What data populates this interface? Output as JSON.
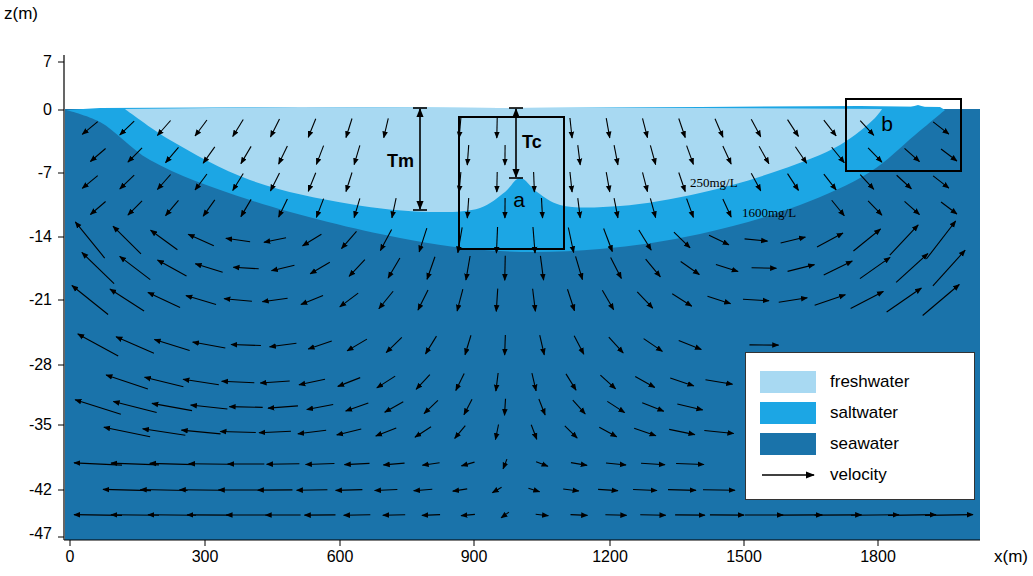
{
  "diagram": {
    "nodes": [
      {
        "text": [
          "a"
        ]
      },
      {
        "text": [
          "b"
        ]
      }
    ],
    "labels": [
      "z(m)",
      "7",
      "0",
      "-7",
      "-14",
      "-21",
      "-28",
      "-35",
      "-42",
      "-47",
      "0",
      "300",
      "600",
      "900",
      "1200",
      "1500",
      "1800",
      "x(m)",
      "Tm",
      "Tc",
      "250mg/L",
      "1600mg/L"
    ],
    "legend": [
      {
        "text": "freshwater",
        "color": "#a8d9f2"
      },
      {
        "text": "saltwater",
        "color": "#1ca6e4"
      },
      {
        "text": "seawater",
        "color": "#1a73aa"
      },
      {
        "text": "velocity"
      }
    ]
  }
}
